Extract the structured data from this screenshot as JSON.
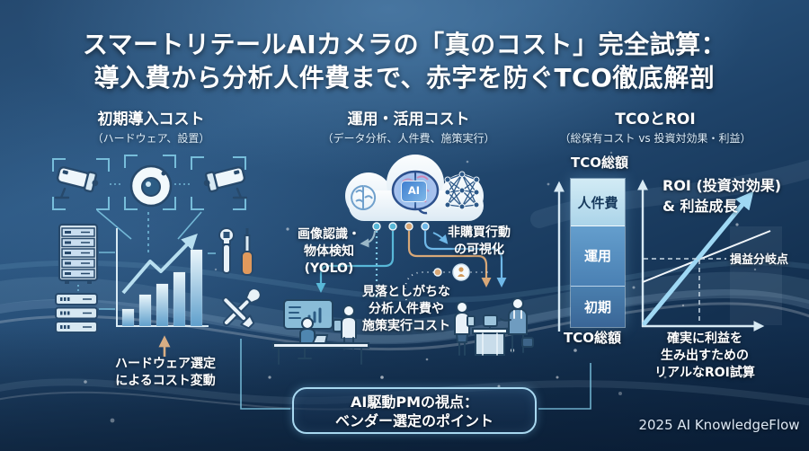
{
  "title": {
    "line1": "スマートリテールAIカメラの「真のコスト」完全試算：",
    "line2": "導入費から分析人件費まで、赤字を防ぐTCO徹底解剖"
  },
  "columns": {
    "initial": {
      "title": "初期導入コスト",
      "subtitle": "（ハードウェア、設置）"
    },
    "operation": {
      "title": "運用・活用コスト",
      "subtitle": "（データ分析、人件費、施策実行）"
    },
    "tco_roi": {
      "title": "TCOとROI",
      "subtitle": "（総保有コスト vs 投資対効果・利益）"
    }
  },
  "left": {
    "hardware_note": "ハードウェア選定\nによるコスト変動"
  },
  "middle": {
    "ai_badge": "AI",
    "recognition_label": "画像認識・\n物体検知\n(YOLO)",
    "nonpurchase_label": "非購買行動\nの可視化",
    "hidden_cost_label": "見落としがちな\n分析人件費や\n施策実行コスト"
  },
  "right": {
    "tco_label_top": "TCO総額",
    "tco_label_bottom": "TCO総額",
    "tco_segments": [
      "人件費",
      "運用",
      "初期"
    ],
    "roi_title": "ROI (投資対効果)\n& 利益成長",
    "breakeven_label": "損益分岐点",
    "roi_note": "確実に利益を\n生み出すための\nリアルなROI試算"
  },
  "bottom_box": {
    "line1": "AI駆動PMの視点：",
    "line2": "ベンダー選定のポイント"
  },
  "footer": "2025 AI KnowledgeFlow",
  "colors": {
    "accent_cyan": "#7fc8e4",
    "accent_orange": "#d8a878",
    "tco_jinkenhi": "#bfe0ef",
    "tco_unyo": "#4f8cbe",
    "tco_shoki": "#3d6ea4",
    "roi_line_thick": "#9fd8f4",
    "roi_line_thin": "#f2f7fb"
  },
  "chart_data": [
    {
      "type": "bar",
      "title": "初期導入コストの増加イメージ",
      "categories": [
        "1",
        "2",
        "3",
        "4",
        "5"
      ],
      "values": [
        19,
        35,
        47,
        60,
        85
      ],
      "ylabel": "",
      "xlabel": "",
      "annotation": "上昇トレンド矢印つき（概念図・軸ラベルなし）"
    },
    {
      "type": "bar",
      "subtype": "stacked",
      "title": "TCO総額",
      "categories": [
        "TCO総額"
      ],
      "series": [
        {
          "name": "人件費",
          "values": [
            32
          ]
        },
        {
          "name": "運用",
          "values": [
            40
          ]
        },
        {
          "name": "初期",
          "values": [
            28
          ]
        }
      ],
      "unit": "バー高さの概算%（目盛りなしの概念図）"
    },
    {
      "type": "line",
      "title": "ROI (投資対効果) & 利益成長",
      "series": [
        {
          "name": "利益成長（急勾配・矢印）",
          "x": [
            0,
            100
          ],
          "y": [
            0,
            120
          ]
        },
        {
          "name": "コスト線（緩勾配）",
          "x": [
            0,
            100
          ],
          "y": [
            40,
            88
          ]
        }
      ],
      "annotations": [
        "損益分岐点（交点に破線）"
      ],
      "axes": "目盛りなしの概念軸"
    }
  ]
}
